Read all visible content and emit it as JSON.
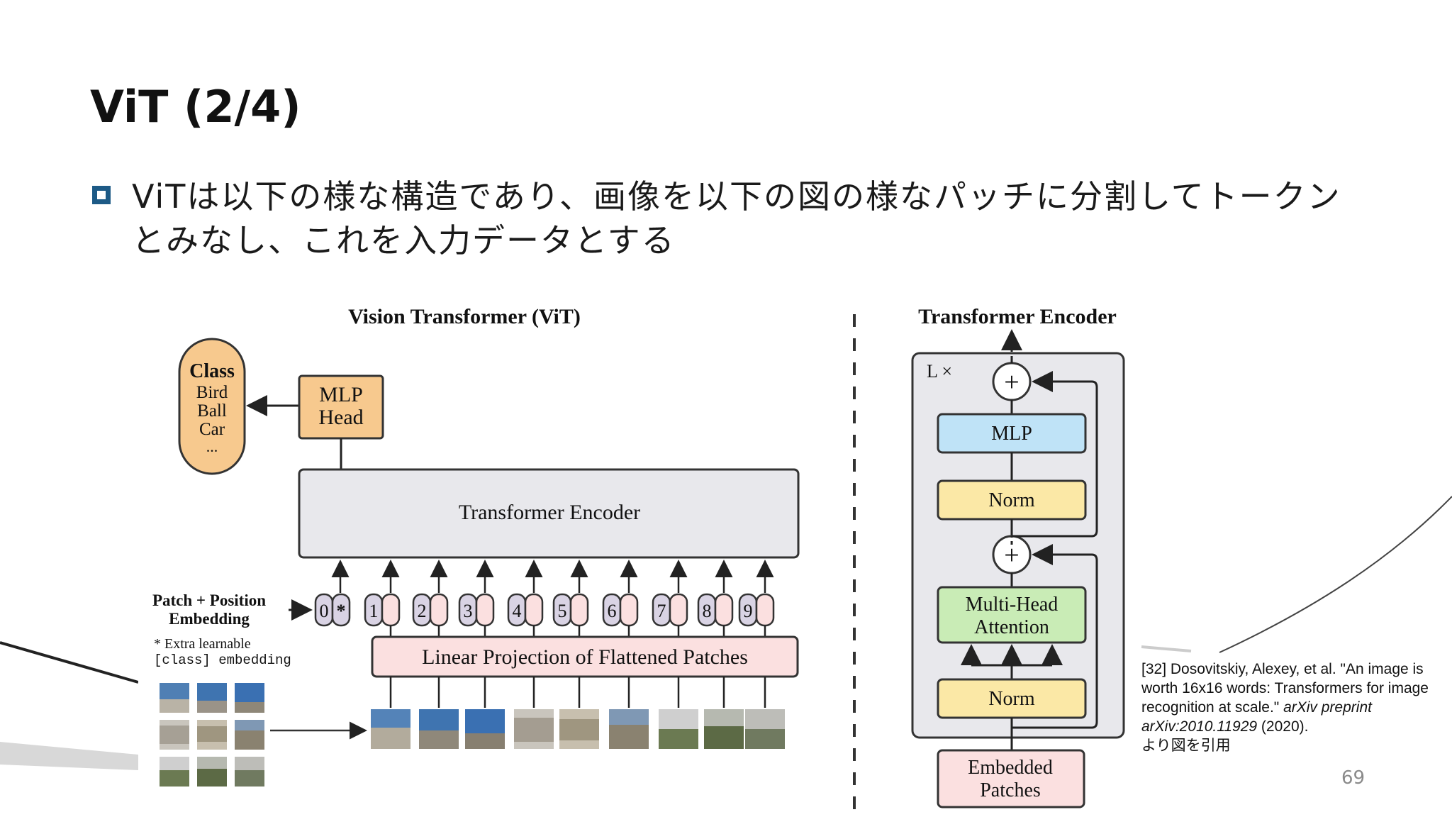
{
  "slide": {
    "title": "ViT (2/4)",
    "bullet_text": "ViTは以下の様な構造であり、画像を以下の図の様なパッチに分割してトークンとみなし、これを入力データとする",
    "page_number": "69"
  },
  "figure": {
    "vit_title": "Vision Transformer (ViT)",
    "enc_title": "Transformer Encoder",
    "class_box": {
      "header": "Class",
      "items": [
        "Bird",
        "Ball",
        "Car",
        "..."
      ]
    },
    "mlp_head": [
      "MLP",
      "Head"
    ],
    "transformer_encoder": "Transformer Encoder",
    "patch_position": [
      "Patch + Position",
      "Embedding"
    ],
    "extra_note": [
      "* Extra learnable",
      "[class] embedding"
    ],
    "token_indices": [
      "0",
      "1",
      "2",
      "3",
      "4",
      "5",
      "6",
      "7",
      "8",
      "9"
    ],
    "class_token_mark": "*",
    "linear_projection": "Linear Projection of Flattened Patches",
    "encoder_block": {
      "repeat": "L ×",
      "plus": "+",
      "mlp": "MLP",
      "norm_top": "Norm",
      "mha": [
        "Multi-Head",
        "Attention"
      ],
      "norm_bottom": "Norm",
      "embedded_patches": [
        "Embedded",
        "Patches"
      ]
    }
  },
  "citation": {
    "line1": "[32] Dosovitskiy, Alexey, et al. \"An image is worth 16x16 words: Transformers for image recognition at scale.\"",
    "journal": "arXiv preprint arXiv:2010.11929",
    "year": "(2020).",
    "credit": "より図を引用"
  },
  "colors": {
    "bullet": "#1d5a86",
    "class_fill": "#f7c98e",
    "encoder_fill": "#e8e8ec",
    "linear_fill": "#fbe0e0",
    "token_fill": "#d9d3e4",
    "token_pos_fill": "#fbe0e0",
    "mlp_fill": "#bfe3f7",
    "norm_fill": "#fbe8a6",
    "mha_fill": "#c9ecb6"
  }
}
